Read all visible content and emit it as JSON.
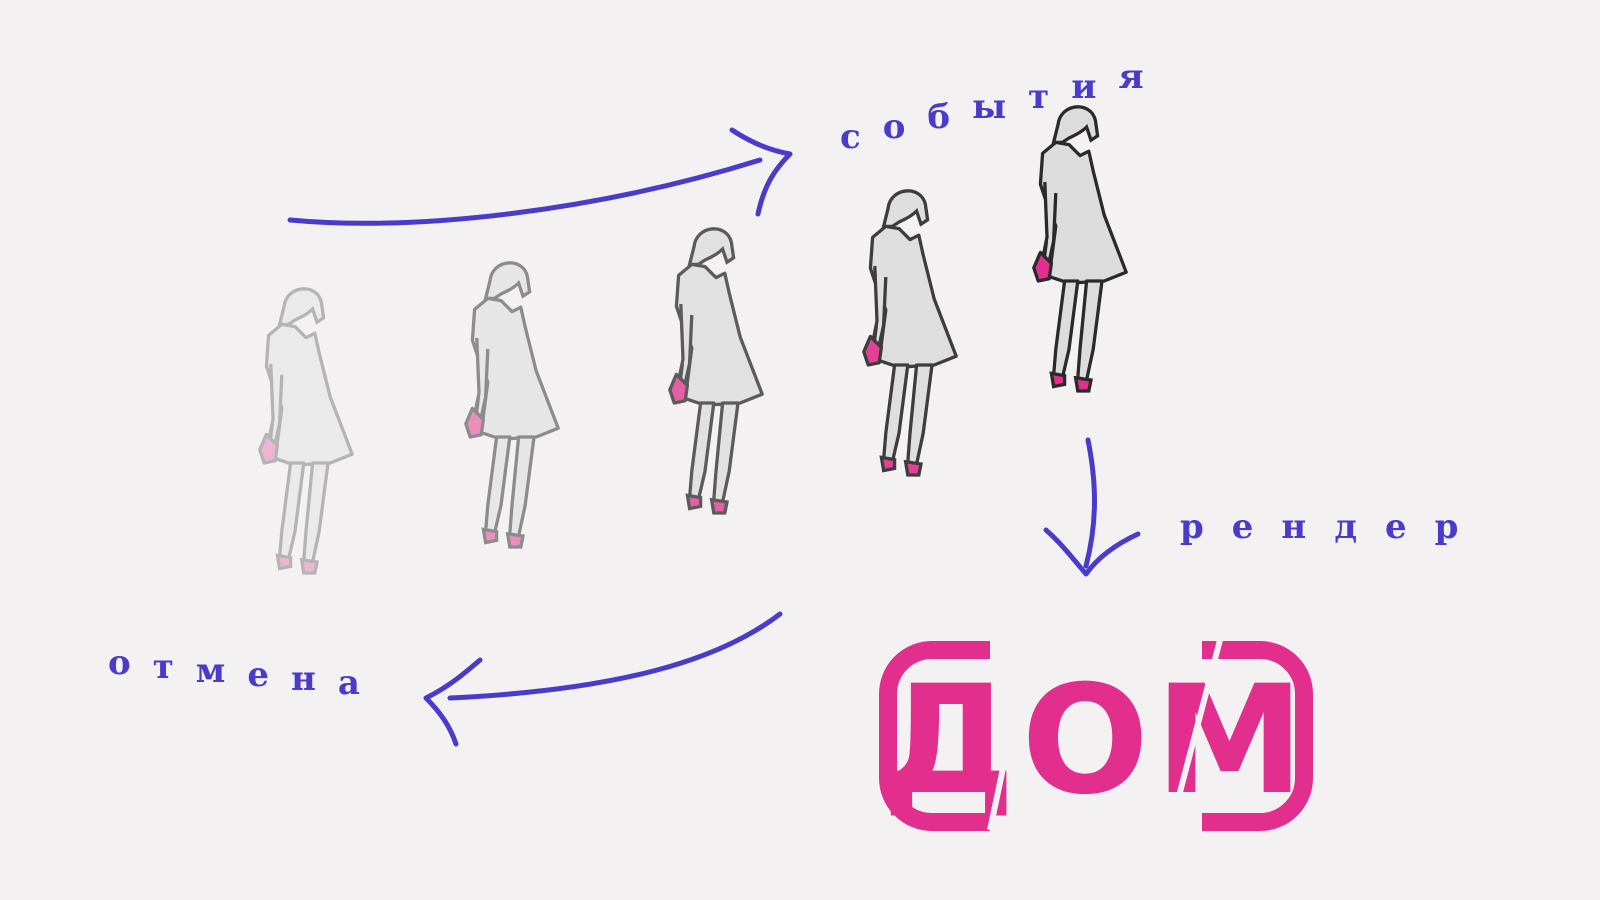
{
  "labels": {
    "events": "события",
    "render": "рендер",
    "undo": "отмена"
  },
  "logo": {
    "text": "ДОМ"
  },
  "colors": {
    "background": "#f3f1f1",
    "arrow": "#4a3ccb",
    "label": "#4a3ccb",
    "logo": "#e22e8c",
    "figure_outline": "#2a2a2a",
    "figure_fill": "#dcdcdc",
    "accessory": "#e22e8c"
  },
  "figures": [
    {
      "state": "oldest",
      "opacity": 0.3
    },
    {
      "state": "older",
      "opacity": 0.5
    },
    {
      "state": "previous",
      "opacity": 0.75
    },
    {
      "state": "recent",
      "opacity": 0.9
    },
    {
      "state": "current",
      "opacity": 1.0
    }
  ]
}
